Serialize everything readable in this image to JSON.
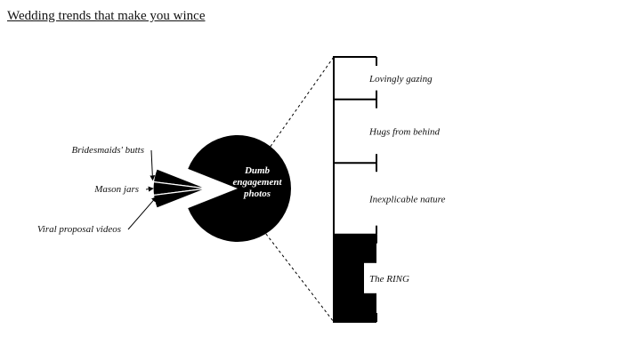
{
  "page": {
    "title": "Wedding trends that make you wince"
  },
  "colors": {
    "ink": "#000000",
    "paper": "#ffffff"
  },
  "chart_data": [
    {
      "type": "pie",
      "title": "Wedding trends that make you wince",
      "exploded": "Dumb engagement photos",
      "slices": [
        {
          "label": "Bridesmaids' butts",
          "value": 4
        },
        {
          "label": "Mason jars",
          "value": 4
        },
        {
          "label": "Viral proposal videos",
          "value": 4
        },
        {
          "label": "Dumb engagement photos",
          "label_lines": [
            "Dumb",
            "engagement",
            "photos"
          ],
          "value": 88
        }
      ]
    },
    {
      "type": "bar",
      "stacked": true,
      "breakdown_of": "Dumb engagement photos",
      "segments": [
        {
          "label": "Lovingly gazing",
          "value": 16
        },
        {
          "label": "Hugs from behind",
          "value": 24
        },
        {
          "label": "Inexplicable nature",
          "value": 27
        },
        {
          "label": "The RING",
          "value": 33
        }
      ]
    }
  ]
}
